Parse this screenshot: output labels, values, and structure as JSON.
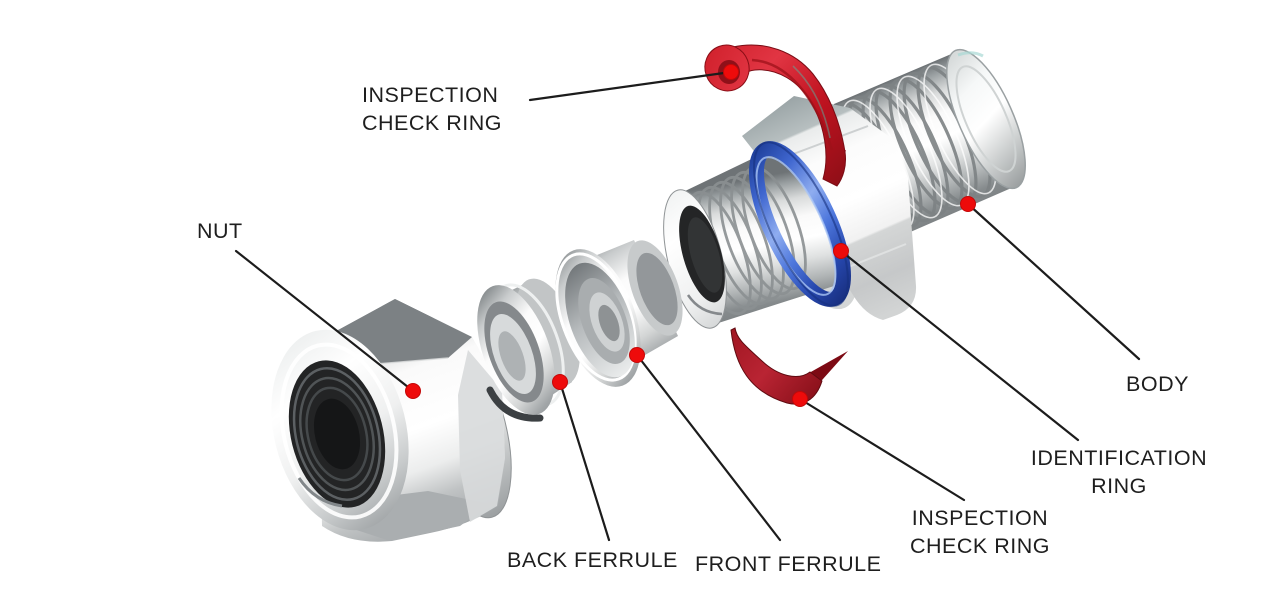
{
  "parts": [
    {
      "id": "inspection-check-ring-top",
      "label": "INSPECTION\nCHECK RING"
    },
    {
      "id": "nut",
      "label": "NUT"
    },
    {
      "id": "back-ferrule",
      "label": "BACK FERRULE"
    },
    {
      "id": "front-ferrule",
      "label": "FRONT FERRULE"
    },
    {
      "id": "inspection-check-ring-bottom",
      "label": "INSPECTION\nCHECK RING"
    },
    {
      "id": "identification-ring",
      "label": "IDENTIFICATION\nRING"
    },
    {
      "id": "body",
      "label": "BODY"
    }
  ],
  "colors": {
    "background": "#ffffff",
    "label_text": "#1e1e1e",
    "leader_line": "#1c1c1c",
    "callout_dot": "#ee0b0b",
    "identification_ring_blue": "#3f66cf",
    "inspection_check_ring_red": "#c8202c",
    "metal_light": "#f5f6f6",
    "metal_dark": "#7b7f82"
  }
}
